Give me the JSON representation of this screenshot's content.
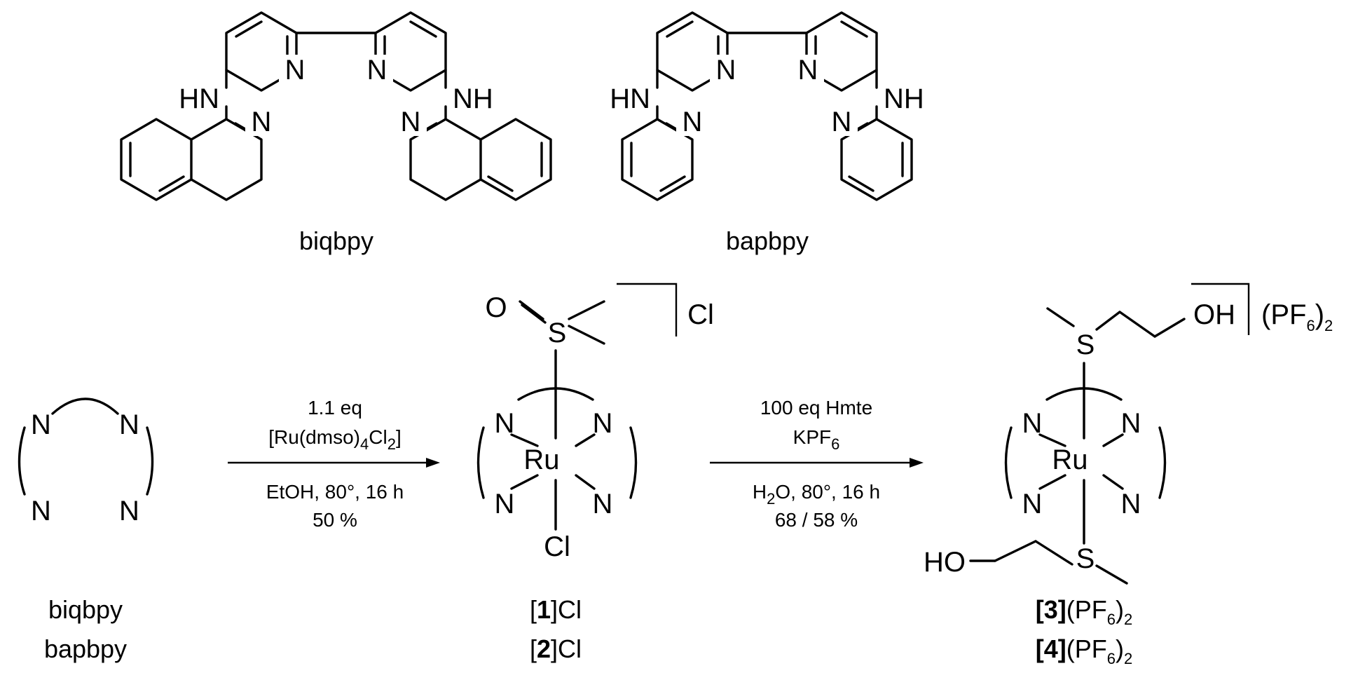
{
  "ligands": {
    "biqbpy": {
      "name": "biqbpy",
      "atoms": {
        "n1": "N",
        "n2": "N",
        "n3": "N",
        "n4": "N",
        "nh_left": "HN",
        "nh_right": "NH"
      }
    },
    "bapbpy": {
      "name": "bapbpy",
      "atoms": {
        "n1": "N",
        "n2": "N",
        "n3": "N",
        "n4": "N",
        "nh_left": "HN",
        "nh_right": "NH"
      }
    }
  },
  "generic_ligand": {
    "n": "N",
    "labels": [
      "biqbpy",
      "bapbpy"
    ]
  },
  "step1": {
    "above": [
      "1.1 eq"
    ],
    "reagent_main": "[Ru(dmso)",
    "reagent_sub1": "4",
    "reagent_mid": "Cl",
    "reagent_sub2": "2",
    "reagent_end": "]",
    "below": [
      "EtOH, 80°, 16 h",
      "50 %"
    ]
  },
  "complex1": {
    "metal": "Ru",
    "n": "N",
    "cl": "Cl",
    "o": "O",
    "s": "S",
    "counterion": "Cl",
    "labels": [
      {
        "open": "[",
        "num": "1",
        "close": "]Cl"
      },
      {
        "open": "[",
        "num": "2",
        "close": "]Cl"
      }
    ]
  },
  "step2": {
    "above1": "100 eq Hmte",
    "above2_main": "KPF",
    "above2_sub": "6",
    "below1_a": "H",
    "below1_sub": "2",
    "below1_b": "O, 80°, 16 h",
    "below2": "68 / 58 %"
  },
  "complex2": {
    "metal": "Ru",
    "n": "N",
    "s": "S",
    "oh": "OH",
    "ho": "HO",
    "counterion_main": "(PF",
    "counterion_sub1": "6",
    "counterion_close": ")",
    "counterion_sub2": "2",
    "labels": [
      {
        "num": "[3]",
        "main": "(PF",
        "sub1": "6",
        "close": ")",
        "sub2": "2"
      },
      {
        "num": "[4]",
        "main": "(PF",
        "sub1": "6",
        "close": ")",
        "sub2": "2"
      }
    ]
  }
}
